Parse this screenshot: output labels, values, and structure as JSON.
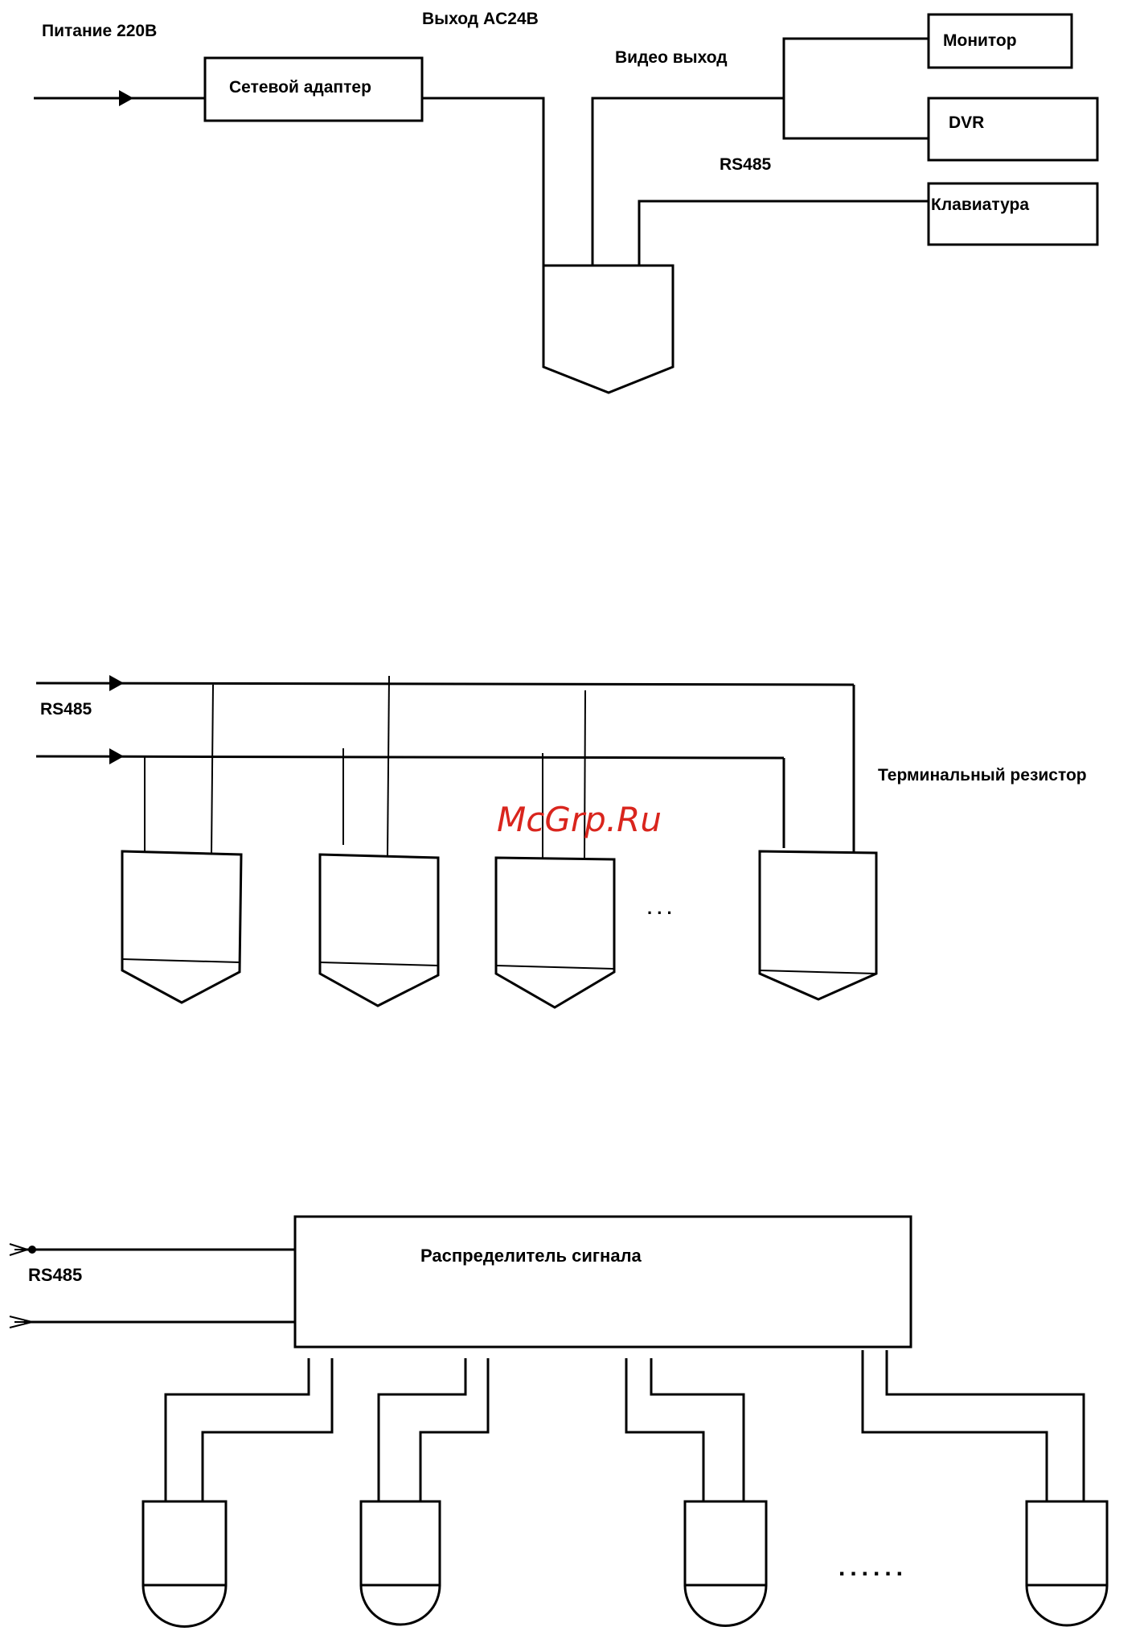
{
  "diagram1": {
    "power_label": "Питание 220В",
    "adapter_label": "Сетевой адаптер",
    "ac_label": "Выход AC24В",
    "video_label": "Видео выход",
    "monitor_label": "Монитор",
    "dvr_label": "DVR",
    "rs485_label": "RS485",
    "keyboard_label": "Клавиатура"
  },
  "diagram2": {
    "rs485_label": "RS485",
    "terminal_label": "Терминальный резистор",
    "ellipsis": ". . ."
  },
  "diagram3": {
    "distributor_label": "Распределитель сигнала",
    "rs485_label": "RS485",
    "ellipsis": "......"
  },
  "watermark": "McGrp.Ru"
}
